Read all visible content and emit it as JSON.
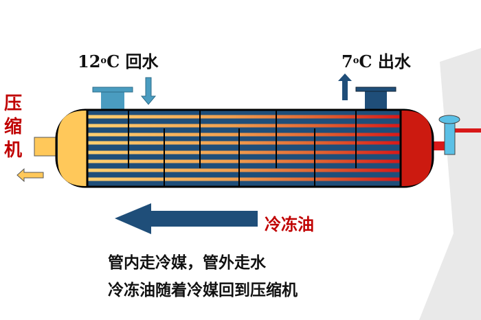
{
  "labels": {
    "inlet_temp_num": "12",
    "inlet_temp_sup": "o",
    "inlet_temp_unit": "C 回水",
    "outlet_temp_num": "7",
    "outlet_temp_sup": "o",
    "outlet_temp_unit": "C 出水",
    "compressor": [
      "压",
      "缩",
      "机"
    ],
    "oil": "冷冻油",
    "line1": "管内走冷媒，管外走水",
    "line2": "冷冻油随着冷媒回到压缩机"
  },
  "colors": {
    "left_head": "#ffc85a",
    "right_head": "#cc1a10",
    "shell": "#1f4e79",
    "inlet_nozzle": "#4a9cc0",
    "outlet_nozzle": "#1f4e79",
    "valve": "#5bc0e6",
    "accent_red": "#c00000"
  }
}
